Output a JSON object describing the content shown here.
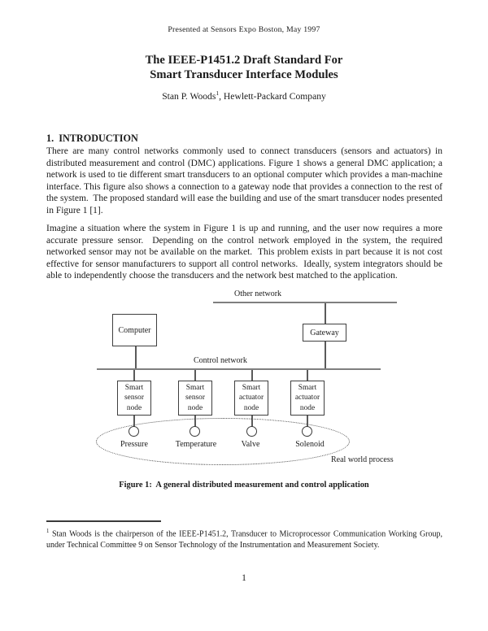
{
  "page": {
    "header_note": "Presented at Sensors Expo Boston, May 1997",
    "title_line1": "The IEEE-P1451.2 Draft Standard For",
    "title_line2": "Smart Transducer Interface Modules",
    "author_name": "Stan P. Woods",
    "author_footnote_marker": "1",
    "author_affiliation": ", Hewlett-Packard Company",
    "page_number": "1"
  },
  "introduction": {
    "heading": "1.  INTRODUCTION",
    "paragraph1": "There are many control networks commonly used to connect transducers (sensors and actuators) in distributed measurement and control (DMC) applications. Figure 1 shows a general DMC application; a network is used to tie different smart transducers to an optional computer which provides a man-machine interface. This figure also shows a connection to a gateway node that provides a connection to the rest of the system.  The proposed standard will ease the building and use of the smart transducer nodes presented in Figure 1 [1].",
    "paragraph2": "Imagine a situation where the system in Figure 1 is up and running, and the user now requires a more accurate pressure sensor.  Depending on the control network employed in the system, the required networked sensor may not be available on the market.  This problem exists in part because it is not cost effective for sensor manufacturers to support all control networks.  Ideally, system integrators should be able to independently choose the transducers and the network best matched to the application."
  },
  "figure": {
    "caption": "Figure 1:  A general distributed measurement and control application",
    "other_network_label": "Other network",
    "control_network_label": "Control network",
    "computer_label": "Computer",
    "gateway_label": "Gateway",
    "real_world_label": "Real world process",
    "nodes": [
      {
        "box": "Smart sensor node",
        "transducer": "Pressure"
      },
      {
        "box": "Smart sensor node",
        "transducer": "Temperature"
      },
      {
        "box": "Smart actuator node",
        "transducer": "Valve"
      },
      {
        "box": "Smart actuator node",
        "transducer": "Solenoid"
      }
    ]
  },
  "footnote": {
    "marker": "1",
    "text": " Stan Woods is the chairperson of the IEEE-P1451.2, Transducer to Microprocessor Communication Working Group, under Technical Committee 9 on Sensor Technology of the Instrumentation and Measurement Society."
  },
  "colors": {
    "background": "#ffffff",
    "text": "#1b1b1b",
    "network_line_gray": "#7f7f7f",
    "box_border": "#3f3f3f"
  }
}
